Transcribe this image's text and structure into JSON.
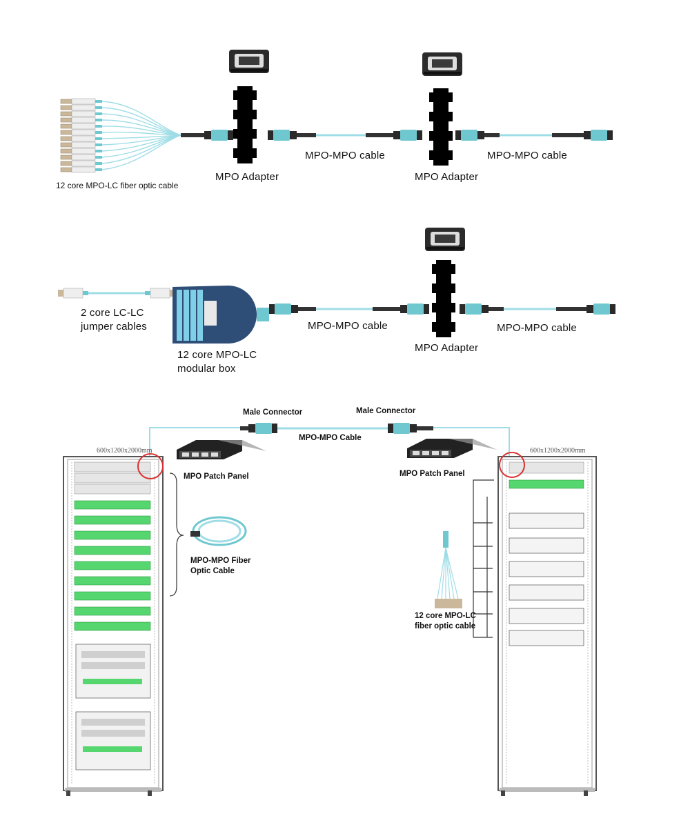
{
  "section1": {
    "pigtail_label": "12 core MPO-LC fiber optic cable",
    "adapter1_label": "MPO Adapter",
    "cable1_label": "MPO-MPO cable",
    "adapter2_label": "MPO Adapter",
    "cable2_label": "MPO-MPO cable"
  },
  "section2": {
    "jumper_line1": "2 core LC-LC",
    "jumper_line2": "jumper cables",
    "box_line1": "12 core MPO-LC",
    "box_line2": "modular box",
    "cable1_label": "MPO-MPO cable",
    "adapter_label": "MPO Adapter",
    "cable2_label": "MPO-MPO cable"
  },
  "section3": {
    "left_rack_dims": "600x1200x2000mm",
    "right_rack_dims": "600x1200x2000mm",
    "male_connector_left": "Male Connector",
    "male_connector_right": "Male Connector",
    "trunk_cable_label": "MPO-MPO Cable",
    "patch_panel_left": "MPO Patch Panel",
    "patch_panel_right": "MPO Patch Panel",
    "coil_line1": "MPO-MPO Fiber",
    "coil_line2": "Optic Cable",
    "fanout_line1": "12 core MPO-LC",
    "fanout_line2": "fiber optic cable"
  },
  "colors": {
    "cable": "#9fdde6",
    "connector": "#6fc8d0",
    "connector_body": "#2a2a2a",
    "highlight_circle": "#d83030",
    "panel_green": "#4fd06a"
  }
}
